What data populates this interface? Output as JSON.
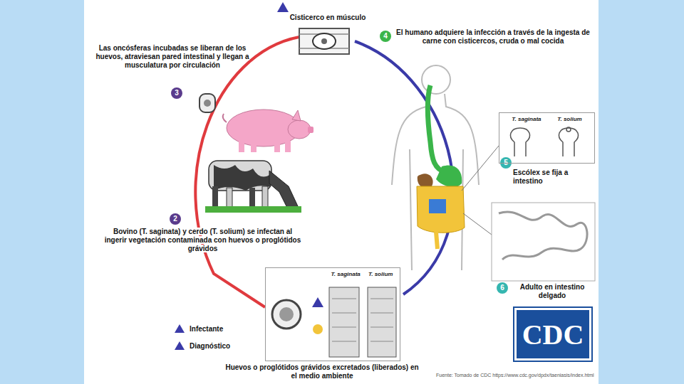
{
  "diagram": {
    "nodes": [
      {
        "text": [
          "T. saginata",
          "T. solium"
        ]
      },
      {
        "text": [
          "T. saginata",
          "T. solium"
        ]
      },
      {
        "text": [
          "CDC"
        ]
      }
    ],
    "labels": [
      "Cisticerco en músculo",
      "4",
      "El humano adquiere la infección a través de la ingesta de carne con cisticercos, cruda o mal cocida",
      "5",
      "Escólex se fija a intestino",
      "6",
      "Adulto en intestino delgado",
      "Huevos o proglótidos grávidos excretados (liberados) en el medio ambiente",
      "2",
      "Bovino (T. saginata) y cerdo (T. solium) se infectan al ingerir vegetación contaminada con huevos o proglótidos grávidos",
      "3",
      "Las oncósferas incubadas se liberan de los huevos, atraviesan pared intestinal y llegan a musculatura por circulación",
      "Fuente: Tomado de CDC https://www.cdc.gov/dpdx/taeniasis/index.html"
    ],
    "legend": [
      {
        "text": "Infectante"
      },
      {
        "text": "Diagnóstico"
      }
    ]
  }
}
